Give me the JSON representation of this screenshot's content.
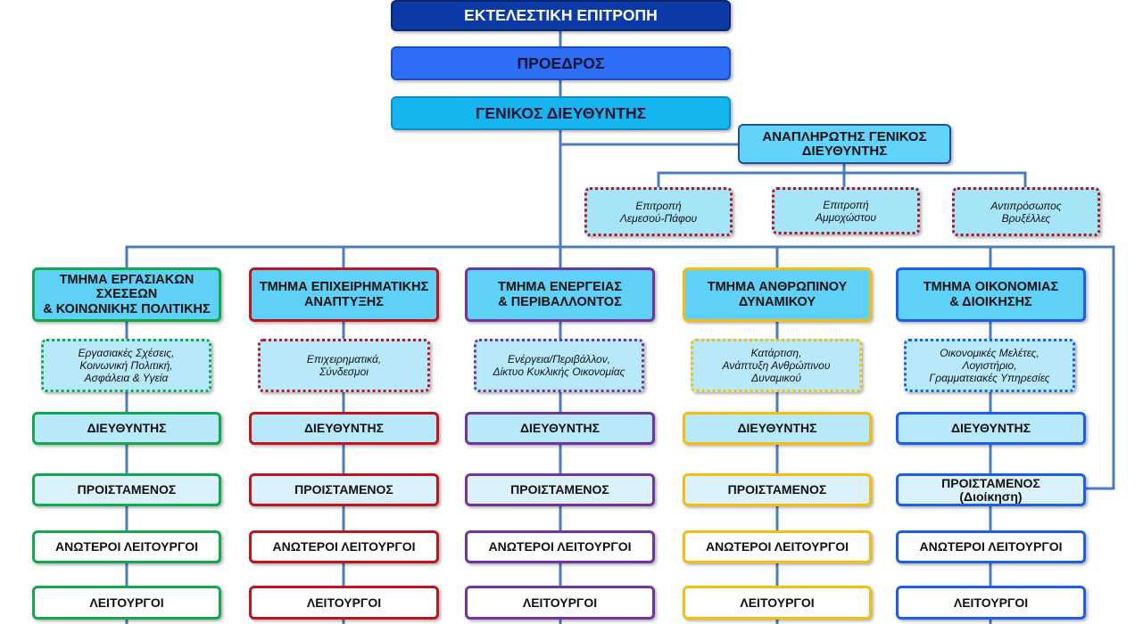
{
  "executive_committee": "ΕΚΤΕΛΕΣΤΙΚΗ ΕΠΙΤΡΟΠΗ",
  "president": "ΠΡΟΕΔΡΟΣ",
  "general_director": "ΓΕΝΙΚΟΣ ΔΙΕΥΘΥΝΤΗΣ",
  "deputy_general_director": [
    "ΑΝΑΠΛΗΡΩΤΗΣ ΓΕΝΙΚΟΣ",
    "ΔΙΕΥΘΥΝΤΗΣ"
  ],
  "deputy_units": [
    [
      "Επιτροπή",
      "Λεμεσού-Πάφου"
    ],
    [
      "Επιτροπή",
      "Αμμοχώστου"
    ],
    [
      "Αντιπρόσωπος",
      "Βρυξέλλες"
    ]
  ],
  "departments": [
    {
      "title": [
        "ΤΜΗΜΑ ΕΡΓΑΣΙΑΚΩΝ",
        "ΣΧΕΣΕΩΝ",
        "& ΚΟΙΝΩΝΙΚΗΣ ΠΟΛΙΤΙΚΗΣ"
      ],
      "areas": [
        "Εργασιακές Σχέσεις,",
        "Κοινωνική Πολιτική,",
        "Ασφάλεια & Υγεία"
      ],
      "director": "ΔΙΕΥΘΥΝΤΗΣ",
      "head": [
        "ΠΡΟΙΣΤΑΜΕΝΟΣ"
      ],
      "senior_officers": "ΑΝΩΤΕΡΟΙ ΛΕΙΤΟΥΡΓΟΙ",
      "officers": "ΛΕΙΤΟΥΡΓΟΙ",
      "color": "#12a84e"
    },
    {
      "title": [
        "ΤΜΗΜΑ ΕΠΙΧΕΙΡΗΜΑΤΙΚΗΣ",
        "ΑΝΑΠΤΥΞΗΣ"
      ],
      "areas": [
        "Επιχειρηματικά,",
        "Σύνδεσμοι"
      ],
      "director": "ΔΙΕΥΘΥΝΤΗΣ",
      "head": [
        "ΠΡΟΙΣΤΑΜΕΝΟΣ"
      ],
      "senior_officers": "ΑΝΩΤΕΡΟΙ ΛΕΙΤΟΥΡΓΟΙ",
      "officers": "ΛΕΙΤΟΥΡΓΟΙ",
      "color": "#c0141e"
    },
    {
      "title": [
        "ΤΜΗΜΑ ΕΝΕΡΓΕΙΑΣ",
        "& ΠΕΡΙΒΑΛΛΟΝΤΟΣ"
      ],
      "areas": [
        "Ενέργεια/Περιβάλλον,",
        "Δίκτυο Κυκλικής Οικονομίας"
      ],
      "director": "ΔΙΕΥΘΥΝΤΗΣ",
      "head": [
        "ΠΡΟΙΣΤΑΜΕΝΟΣ"
      ],
      "senior_officers": "ΑΝΩΤΕΡΟΙ ΛΕΙΤΟΥΡΓΟΙ",
      "officers": "ΛΕΙΤΟΥΡΓΟΙ",
      "color": "#7334a3"
    },
    {
      "title": [
        "ΤΜΗΜΑ ΑΝΘΡΩΠΙΝΟΥ",
        "ΔΥΝΑΜΙΚΟΥ"
      ],
      "areas": [
        "Κατάρτιση,",
        "Ανάπτυξη Ανθρώπινου",
        "Δυναμικού"
      ],
      "director": "ΔΙΕΥΘΥΝΤΗΣ",
      "head": [
        "ΠΡΟΙΣΤΑΜΕΝΟΣ"
      ],
      "senior_officers": "ΑΝΩΤΕΡΟΙ ΛΕΙΤΟΥΡΓΟΙ",
      "officers": "ΛΕΙΤΟΥΡΓΟΙ",
      "color": "#f6bd0d"
    },
    {
      "title": [
        "ΤΜΗΜΑ ΟΙΚΟΝΟΜΙΑΣ",
        "& ΔΙΟΙΚΗΣΗΣ"
      ],
      "areas": [
        "Οικονομικές Μελέτες,",
        "Λογιστήριο,",
        "Γραμματειακές Υπηρεσίες"
      ],
      "director": "ΔΙΕΥΘΥΝΤΗΣ",
      "head": [
        "ΠΡΟΙΣΤΑΜΕΝΟΣ",
        "(Διοίκηση)"
      ],
      "senior_officers": "ΑΝΩΤΕΡΟΙ ΛΕΙΤΟΥΡΓΟΙ",
      "officers": "ΛΕΙΤΟΥΡΓΟΙ",
      "color": "#1c60ea"
    }
  ],
  "colors": {
    "connector": "#4a7cbf",
    "executive_committee": "#0c3ba8",
    "president": "#2d6ef5",
    "general_director": "#17b5ef",
    "deputy_general_director": "#62d3fb",
    "department_header": "#5fd0f6",
    "deputy_unit_border": "#b3141f"
  }
}
